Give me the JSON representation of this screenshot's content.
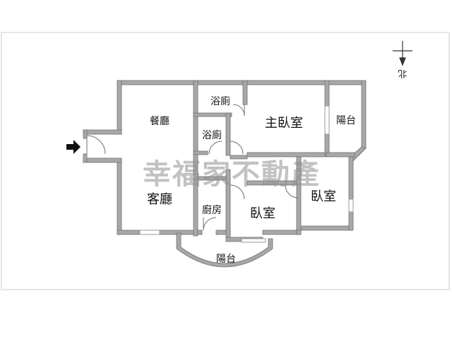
{
  "plan": {
    "rooms": {
      "dining": "餐廳",
      "bath_upper": "浴廁",
      "bath_lower": "浴廁",
      "master_bedroom": "主臥室",
      "balcony_right": "陽台",
      "bedroom_right": "臥室",
      "living": "客廳",
      "kitchen": "廚房",
      "bedroom_center": "臥室",
      "balcony_bottom": "陽台"
    },
    "compass": {
      "north_label": "北"
    },
    "watermark": "幸福家不動產",
    "entrance_icon": "arrow-right-icon"
  },
  "colors": {
    "background": "#ffffff",
    "frame": "#e9e9e9",
    "wall": "#a0a0a0",
    "wall_edge": "#6a6a6a",
    "watermark": "#8f8f8f"
  }
}
